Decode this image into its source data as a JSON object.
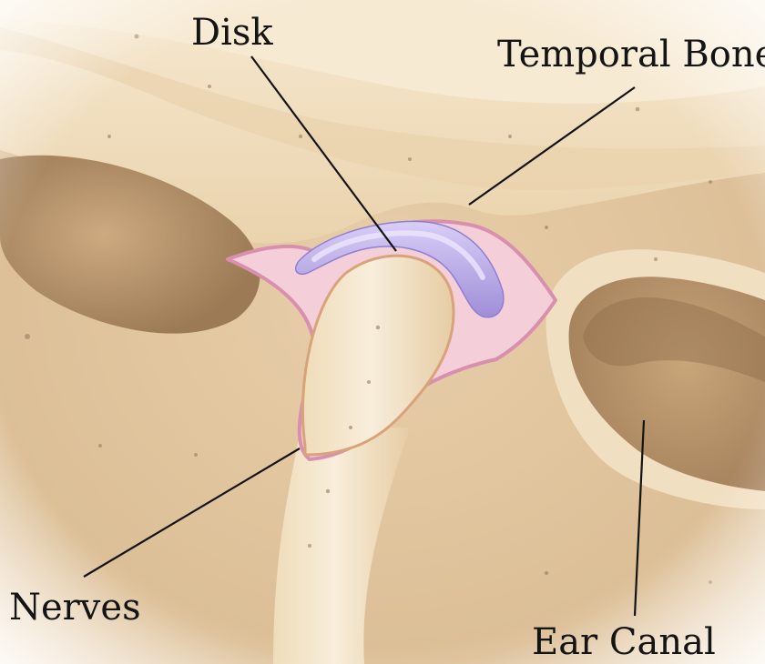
{
  "labels": {
    "disk": "Disk",
    "temporal_bone": "Temporal Bone",
    "nerves": "Nerves",
    "ear_canal": "Ear Canal"
  },
  "colors": {
    "bone": "#f3e1c4",
    "bone_shadow": "#d9bd94",
    "fossa": "#b59470",
    "disk": "#b7a8e6",
    "disk_highlight": "#d6ccf6",
    "nerve": "#d98fae",
    "condyle": "#f6ead2",
    "leader_line": "#141414",
    "label_text": "#141414"
  }
}
